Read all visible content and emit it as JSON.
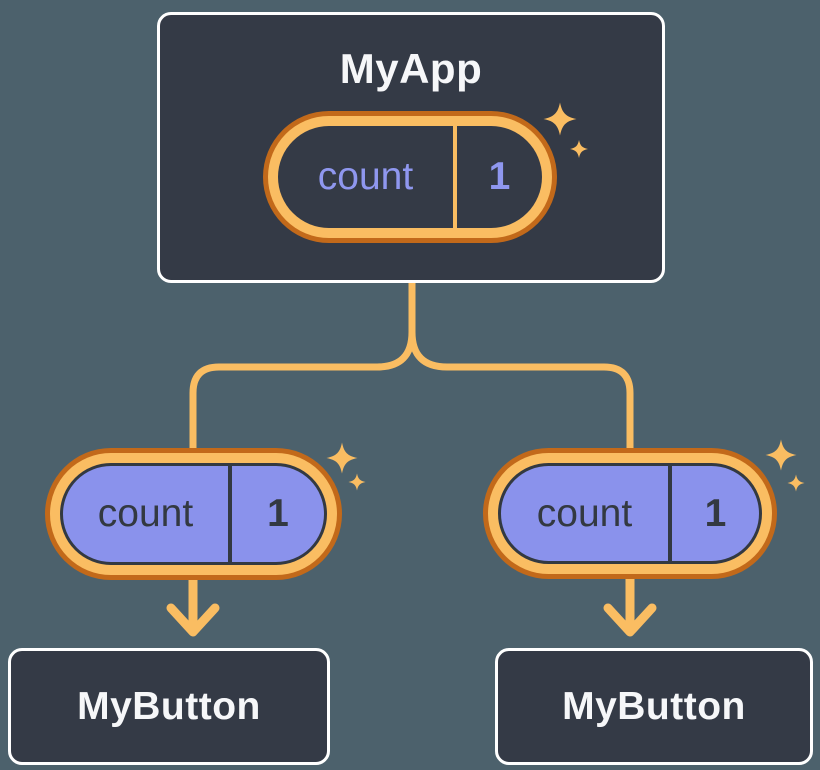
{
  "diagram": {
    "root": {
      "title": "MyApp",
      "state": {
        "label": "count",
        "value": "1"
      }
    },
    "children": [
      {
        "title": "MyButton",
        "state": {
          "label": "count",
          "value": "1"
        }
      },
      {
        "title": "MyButton",
        "state": {
          "label": "count",
          "value": "1"
        }
      }
    ],
    "icons": {
      "sparkle": "✦",
      "arrow_down": "↓"
    },
    "colors": {
      "background": "#4C616C",
      "node_background": "#343A46",
      "node_border": "#FFFFFF",
      "node_text": "#F6F7F9",
      "pill_ring_outer": "#C2691A",
      "pill_ring_inner": "#FABD62",
      "pill_fill_state": "#343A46",
      "pill_fill_prop": "#8A92EC",
      "pill_text_state": "#8F97EF",
      "pill_text_prop": "#333941",
      "connector": "#FABD62"
    }
  }
}
